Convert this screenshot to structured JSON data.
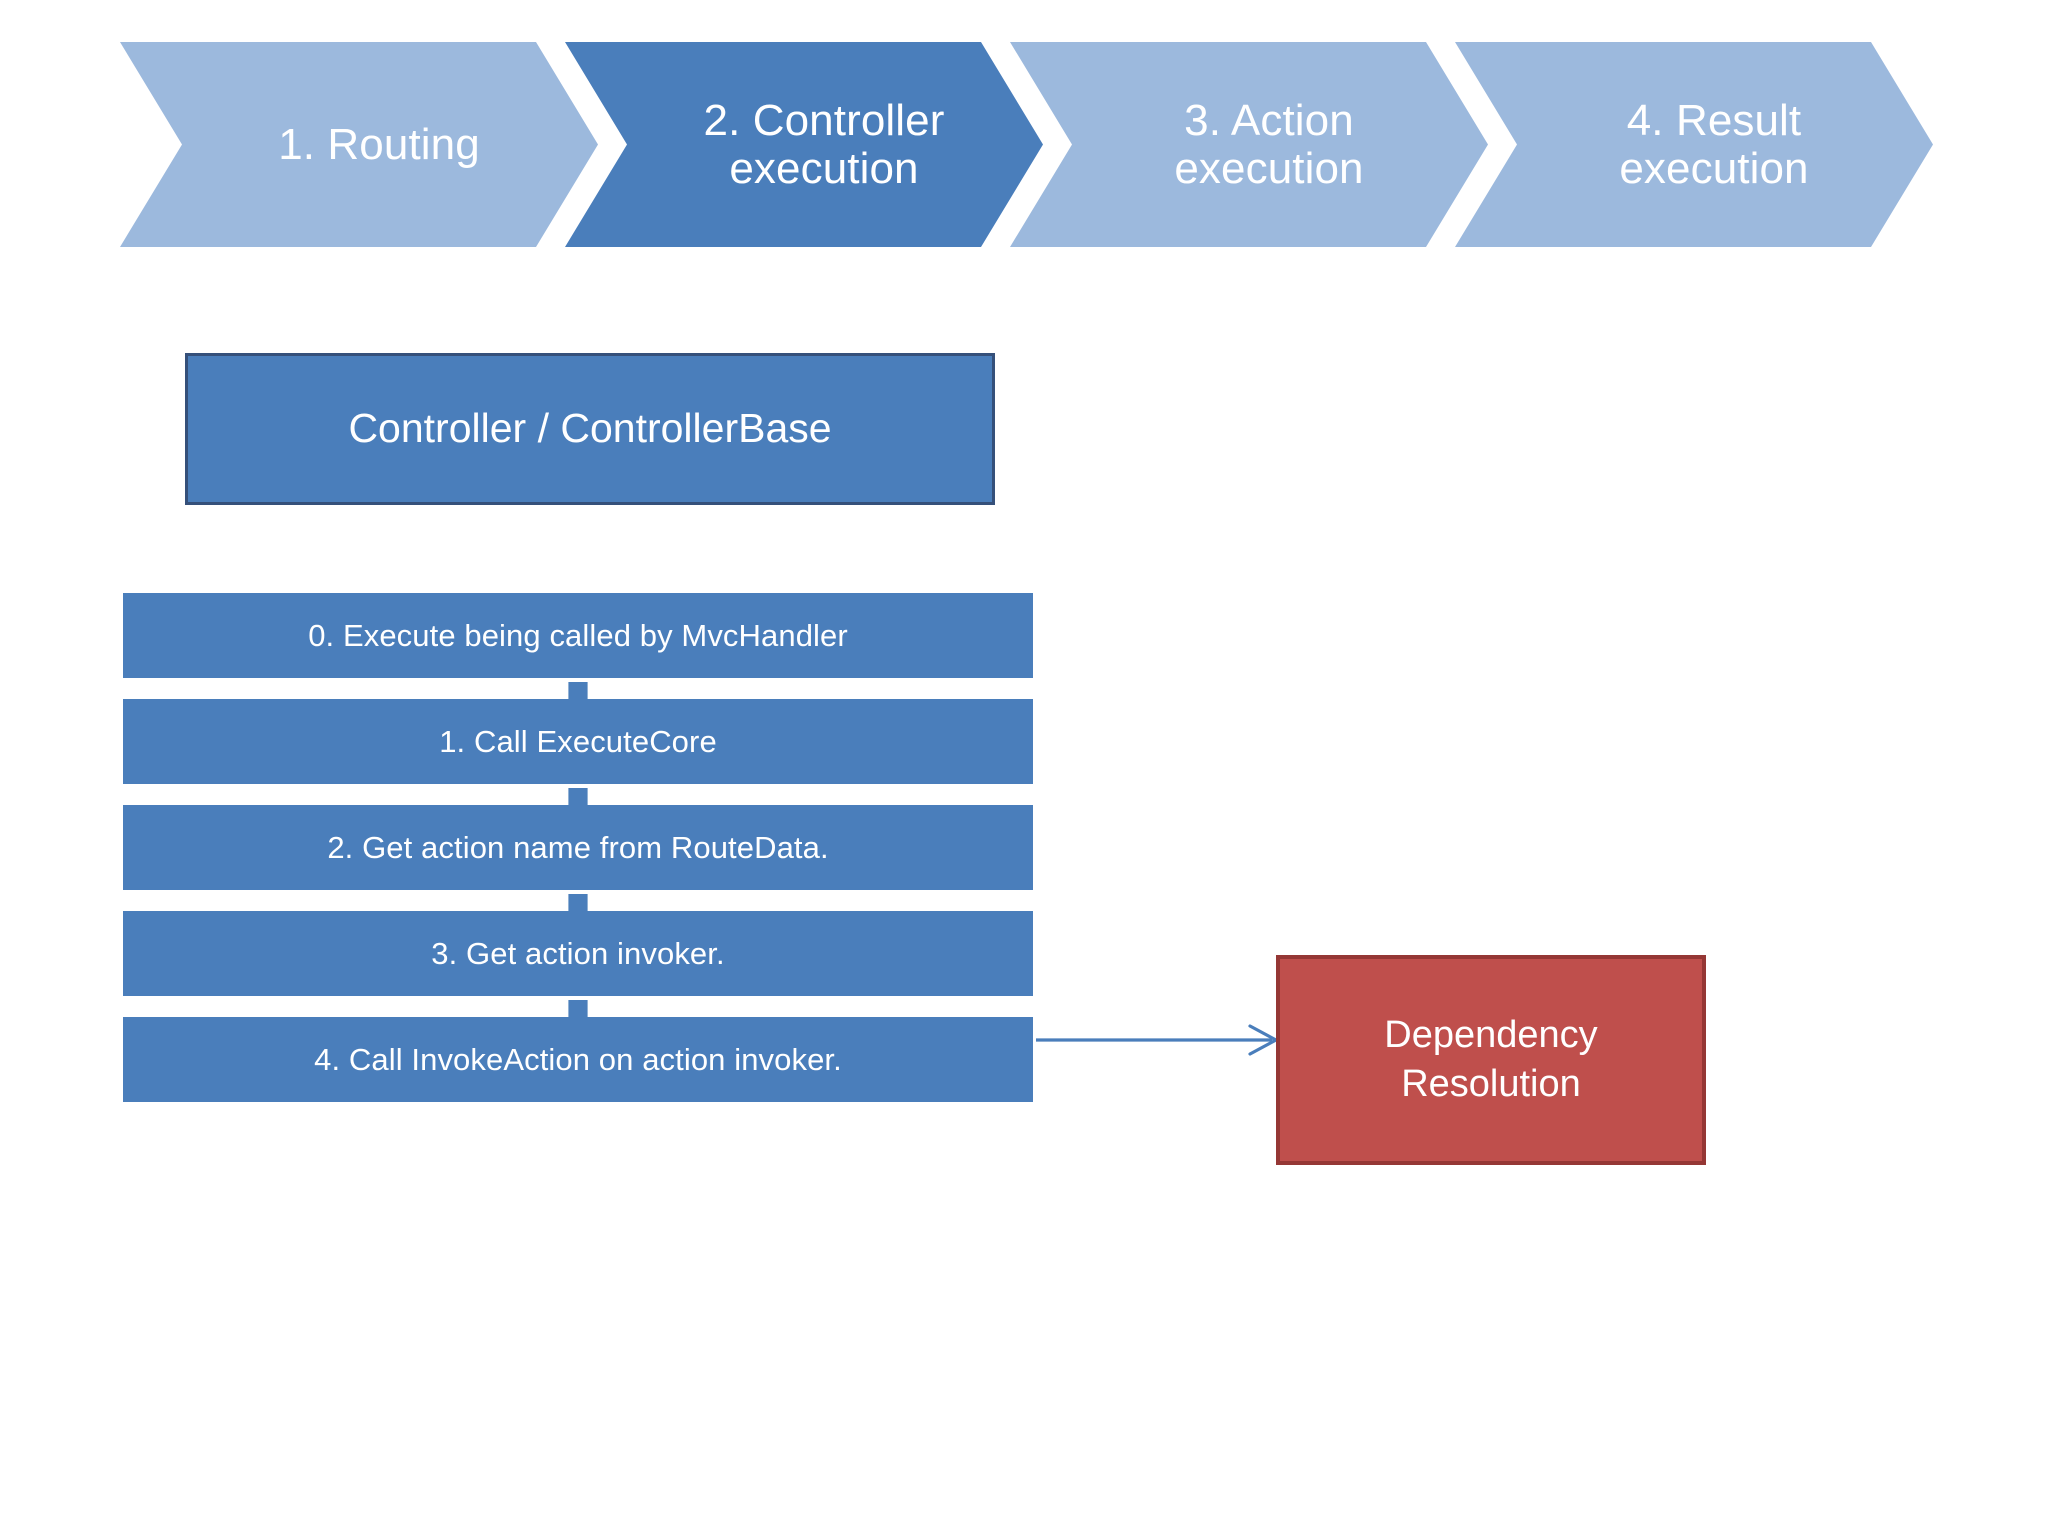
{
  "diagram": {
    "title": "ASP.NET MVC Controller Execution Pipeline",
    "background_color": "#ffffff",
    "colors": {
      "chevron_inactive": "#9cb9dd",
      "chevron_active": "#4a7ebb",
      "box_blue": "#4a7ebb",
      "box_blue_border": "#35507a",
      "box_red": "#bf4f4c",
      "box_red_border": "#953735",
      "connector_blue": "#4a7ebb",
      "text_white": "#ffffff"
    }
  },
  "pipeline": {
    "name": "request-pipeline-stages",
    "active_index": 1,
    "stages": [
      {
        "id": "routing",
        "label": "1. Routing",
        "state": "inactive"
      },
      {
        "id": "controller-execution",
        "label": "2. Controller\nexecution",
        "state": "active"
      },
      {
        "id": "action-execution",
        "label": "3. Action\nexecution",
        "state": "inactive"
      },
      {
        "id": "result-execution",
        "label": "4. Result\nexecution",
        "state": "inactive"
      }
    ]
  },
  "component": {
    "label": "Controller / ControllerBase"
  },
  "flow": {
    "name": "controller-execution-steps",
    "steps": [
      {
        "index": "0",
        "label": "0. Execute being called by MvcHandler"
      },
      {
        "index": "1",
        "label": "1. Call ExecuteCore"
      },
      {
        "index": "2",
        "label": "2. Get action name from RouteData."
      },
      {
        "index": "3",
        "label": "3. Get action invoker."
      },
      {
        "index": "4",
        "label": "4. Call InvokeAction on action invoker."
      }
    ]
  },
  "side_node": {
    "label": "Dependency\nResolution",
    "connects_from_step": "3. Get action invoker."
  },
  "connectors": {
    "step_arrow_icon": "down-arrow-icon",
    "side_arrow_icon": "right-arrow-icon"
  }
}
